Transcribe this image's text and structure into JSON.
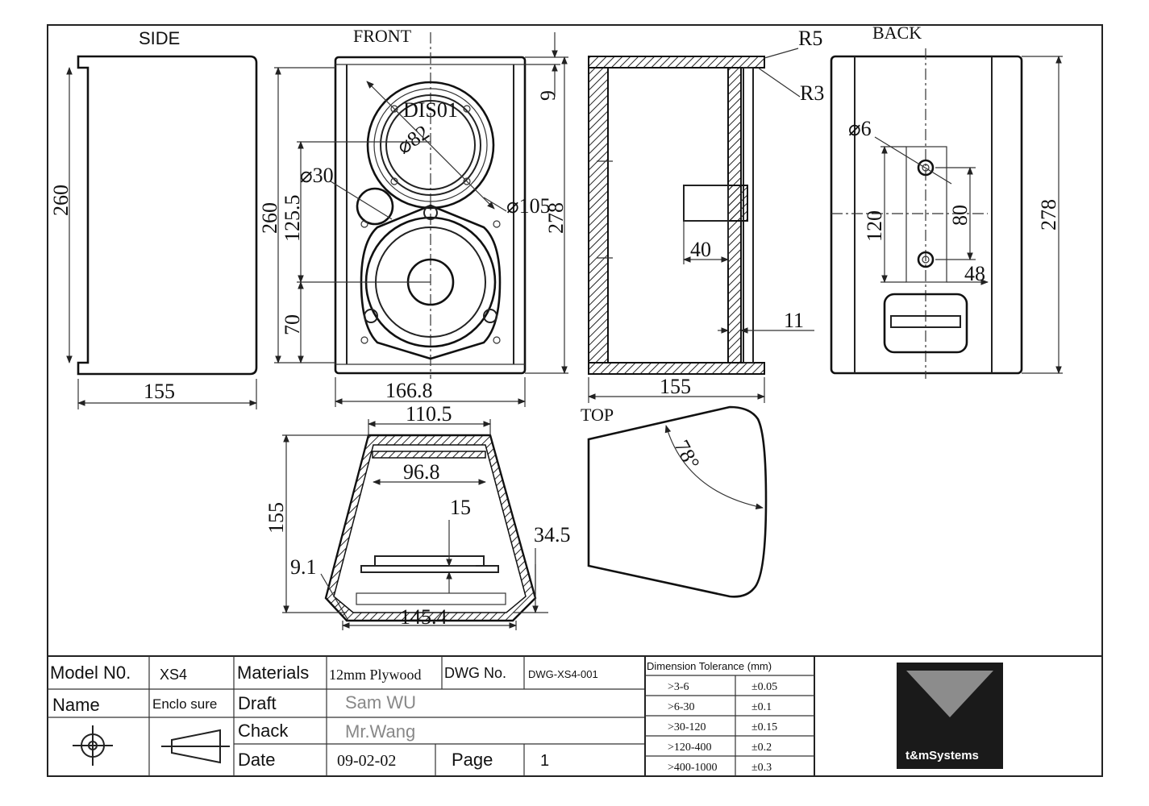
{
  "views": {
    "side": "SIDE",
    "front": "FRONT",
    "back": "BACK",
    "top": "TOP"
  },
  "dimensions": {
    "side_height": "260",
    "side_depth": "155",
    "front_height": "260",
    "front_125": "125.5",
    "front_70": "70",
    "front_total_height": "278",
    "front_width": "166.8",
    "front_9": "9",
    "tweeter_label": "DIS01",
    "tweeter_dia": "⌀82",
    "tweeter_outer_dia": "⌀105",
    "port_dia": "⌀30",
    "section_depth": "155",
    "radius_r5": "R5",
    "radius_r3": "R3",
    "section_40": "40",
    "section_11": "11",
    "back_hole_dia": "⌀6",
    "back_120": "120",
    "back_80": "80",
    "back_48": "48",
    "back_height": "278",
    "plan_top_width": "110.5",
    "plan_inner_width": "96.8",
    "plan_depth": "155",
    "plan_15": "15",
    "plan_34_5": "34.5",
    "plan_9_1": "9.1",
    "plan_bottom_width": "145.4",
    "top_angle": "78°"
  },
  "title_block": {
    "model_no_label": "Model N0.",
    "model_no_value": "XS4",
    "materials_label": "Materials",
    "materials_value": "12mm Plywood",
    "dwg_no_label": "DWG No.",
    "dwg_no_value": "DWG-XS4-001",
    "name_label": "Name",
    "name_value": "Enclo sure",
    "draft_label": "Draft",
    "draft_value": "Sam  WU",
    "check_label": "Chack",
    "check_value": "Mr.Wang",
    "date_label": "Date",
    "date_value": "09-02-02",
    "page_label": "Page",
    "page_value": "1",
    "tolerance_header": "Dimension Tolerance  (mm)",
    "tolerances": [
      {
        "range": ">3-6",
        "value": "±0.05"
      },
      {
        "range": ">6-30",
        "value": "±0.1"
      },
      {
        "range": ">30-120",
        "value": "±0.15"
      },
      {
        "range": ">120-400",
        "value": "±0.2"
      },
      {
        "range": ">400-1000",
        "value": "±0.3"
      }
    ],
    "company": "t&mSystems"
  }
}
